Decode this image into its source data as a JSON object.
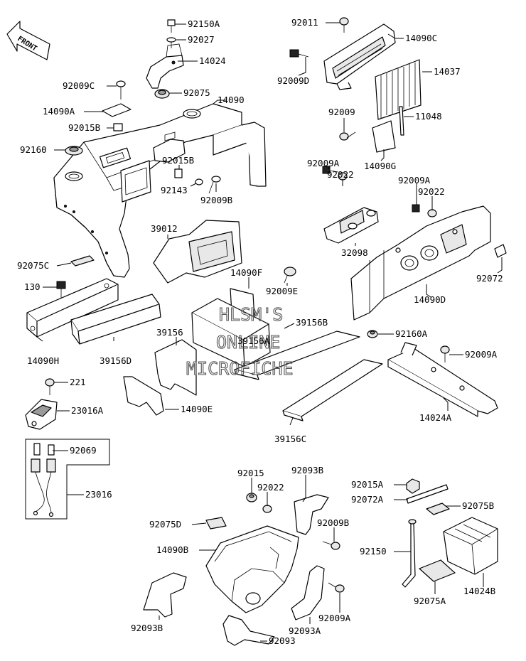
{
  "front_arrow": {
    "text": "FRONT"
  },
  "watermark": {
    "line1": "HLSM'S",
    "line2": "ONLINE",
    "line3": "MICROFICHE"
  },
  "labels": [
    {
      "id": "p92150A",
      "text": "92150A"
    },
    {
      "id": "p92027",
      "text": "92027"
    },
    {
      "id": "p14024",
      "text": "14024"
    },
    {
      "id": "p92009C",
      "text": "92009C"
    },
    {
      "id": "p92075",
      "text": "92075"
    },
    {
      "id": "p14090",
      "text": "14090"
    },
    {
      "id": "p14090A",
      "text": "14090A"
    },
    {
      "id": "p92015B_a",
      "text": "92015B"
    },
    {
      "id": "p92160",
      "text": "92160"
    },
    {
      "id": "p92015B_b",
      "text": "92015B"
    },
    {
      "id": "p92143",
      "text": "92143"
    },
    {
      "id": "p92009B_a",
      "text": "92009B"
    },
    {
      "id": "p92011",
      "text": "92011"
    },
    {
      "id": "p14090C",
      "text": "14090C"
    },
    {
      "id": "p92009D",
      "text": "92009D"
    },
    {
      "id": "p14037",
      "text": "14037"
    },
    {
      "id": "p92009_a",
      "text": "92009"
    },
    {
      "id": "p11048",
      "text": "11048"
    },
    {
      "id": "p14090G",
      "text": "14090G"
    },
    {
      "id": "p92009A_a",
      "text": "92009A"
    },
    {
      "id": "p92022_a",
      "text": "92022"
    },
    {
      "id": "p92009A_b",
      "text": "92009A"
    },
    {
      "id": "p92022_b",
      "text": "92022"
    },
    {
      "id": "p32098",
      "text": "32098"
    },
    {
      "id": "p92072",
      "text": "92072"
    },
    {
      "id": "p14090D",
      "text": "14090D"
    },
    {
      "id": "p39012",
      "text": "39012"
    },
    {
      "id": "p92075C",
      "text": "92075C"
    },
    {
      "id": "p130",
      "text": "130"
    },
    {
      "id": "p14090F",
      "text": "14090F"
    },
    {
      "id": "p92009E",
      "text": "92009E"
    },
    {
      "id": "p39156B",
      "text": "39156B"
    },
    {
      "id": "p39156A",
      "text": "39156A"
    },
    {
      "id": "p39156",
      "text": "39156"
    },
    {
      "id": "p14090H",
      "text": "14090H"
    },
    {
      "id": "p39156D",
      "text": "39156D"
    },
    {
      "id": "p92160A",
      "text": "92160A"
    },
    {
      "id": "p92009A_c",
      "text": "92009A"
    },
    {
      "id": "p221",
      "text": "221"
    },
    {
      "id": "p23016A",
      "text": "23016A"
    },
    {
      "id": "p14090E",
      "text": "14090E"
    },
    {
      "id": "p14024A",
      "text": "14024A"
    },
    {
      "id": "p39156C",
      "text": "39156C"
    },
    {
      "id": "p92069",
      "text": "92069"
    },
    {
      "id": "p23016",
      "text": "23016"
    },
    {
      "id": "p92015",
      "text": "92015"
    },
    {
      "id": "p92093B_a",
      "text": "92093B"
    },
    {
      "id": "p92022_c",
      "text": "92022"
    },
    {
      "id": "p92015A",
      "text": "92015A"
    },
    {
      "id": "p92072A",
      "text": "92072A"
    },
    {
      "id": "p92075B",
      "text": "92075B"
    },
    {
      "id": "p92009B_b",
      "text": "92009B"
    },
    {
      "id": "p92075D",
      "text": "92075D"
    },
    {
      "id": "p14090B",
      "text": "14090B"
    },
    {
      "id": "p92150",
      "text": "92150"
    },
    {
      "id": "p92093B_b",
      "text": "92093B"
    },
    {
      "id": "p92009A_d",
      "text": "92009A"
    },
    {
      "id": "p92093A",
      "text": "92093A"
    },
    {
      "id": "p92075A",
      "text": "92075A"
    },
    {
      "id": "p14024B",
      "text": "14024B"
    },
    {
      "id": "p92093",
      "text": "92093"
    }
  ]
}
